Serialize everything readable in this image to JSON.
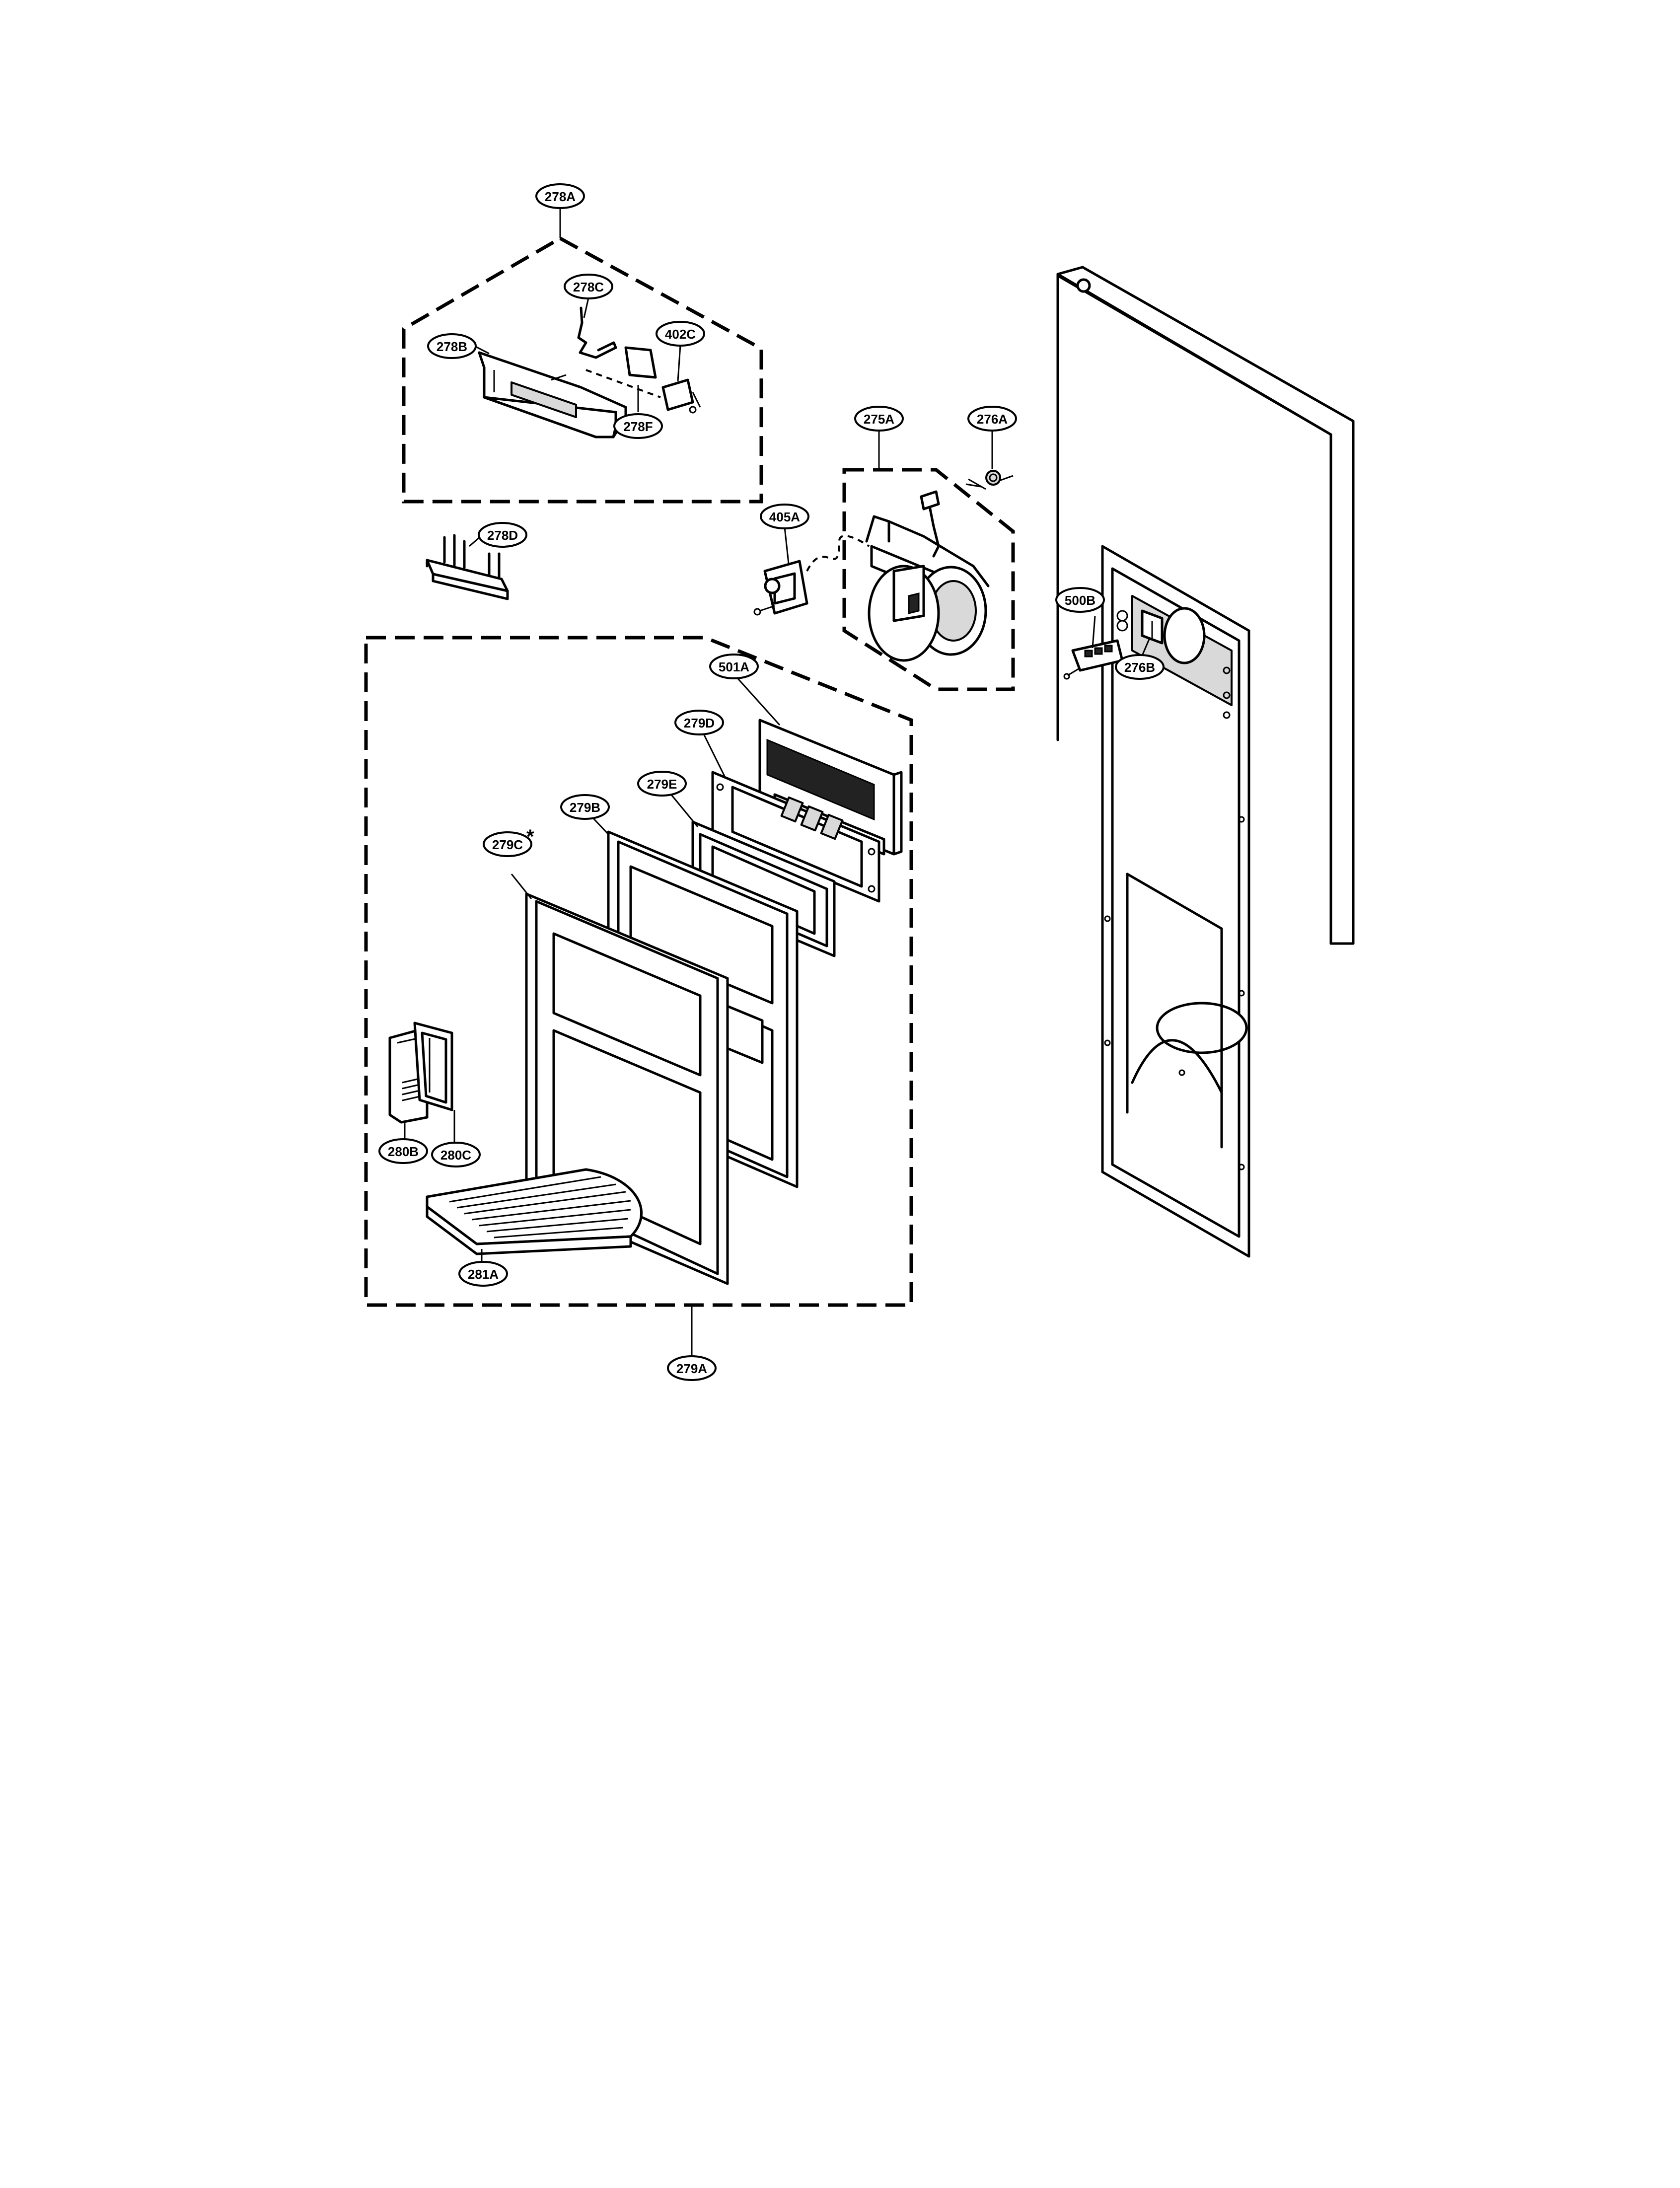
{
  "labels": {
    "p278A": "278A",
    "p278B": "278B",
    "p278C": "278C",
    "p278D": "278D",
    "p278F": "278F",
    "p402C": "402C",
    "p275A": "275A",
    "p276A": "276A",
    "p276B": "276B",
    "p405A": "405A",
    "p500B": "500B",
    "p501A": "501A",
    "p279A": "279A",
    "p279B": "279B",
    "p279C": "279C",
    "p279D": "279D",
    "p279E": "279E",
    "p280B": "280B",
    "p280C": "280C",
    "p281A": "281A"
  },
  "marker": "*"
}
